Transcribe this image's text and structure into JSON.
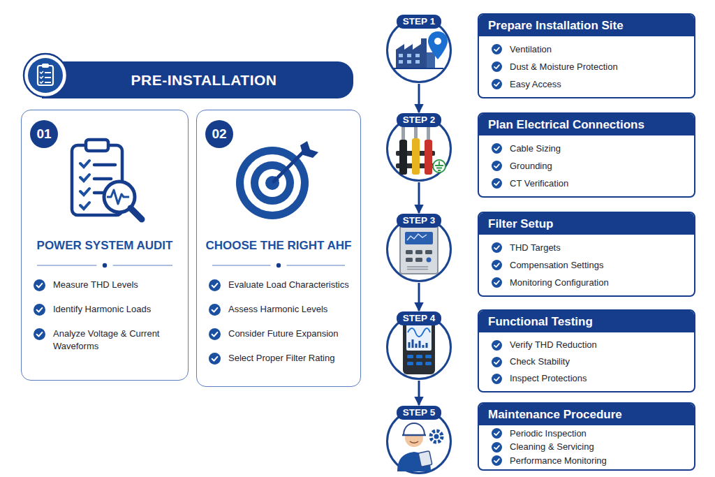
{
  "diagram": {
    "nodes": [
      {
        "text": [
          "PRE-INSTALLATION"
        ]
      },
      {
        "text": [
          "POWER SYSTEM AUDIT",
          "Measure THD Levels",
          "Identify Harmonic Loads",
          "Analyze Voltage & Current Waveforms"
        ]
      },
      {
        "text": [
          "01"
        ],
        "in": 1
      },
      {
        "text": [
          "CHOOSE THE RIGHT AHF",
          "Evaluate Load Characteristics",
          "Assess Harmonic Levels",
          "Consider Future Expansion",
          "Select Proper Filter Rating"
        ]
      },
      {
        "text": [
          "02"
        ],
        "in": 3
      },
      {
        "text": [
          "STEP 1"
        ]
      },
      {
        "text": [
          "Prepare Installation Site",
          "Ventilation",
          "Dust & Moisture Protection",
          "Easy Access"
        ]
      },
      {
        "text": [
          "STEP 2"
        ]
      },
      {
        "text": [
          "Plan Electrical Connections",
          "Cable Sizing",
          "Grounding",
          "CT Verification"
        ]
      },
      {
        "text": [
          "STEP 3"
        ]
      },
      {
        "text": [
          "Filter Setup",
          "THD Targets",
          "Compensation Settings",
          "Monitoring Configuration"
        ]
      },
      {
        "text": [
          "STEP 4"
        ]
      },
      {
        "text": [
          "Functional Testing",
          "Verify THD Reduction",
          "Check Stability",
          "Inspect Protections"
        ]
      },
      {
        "text": [
          "STEP 5"
        ]
      },
      {
        "text": [
          "Maintenance Procedure",
          "Periodic Inspection",
          "Cleaning & Servicing",
          "Performance Monitoring"
        ]
      }
    ],
    "edges": [
      {
        "from": 5,
        "to": 7,
        "arrow": "to"
      },
      {
        "from": 7,
        "to": 9,
        "arrow": "to"
      },
      {
        "from": 9,
        "to": 11,
        "arrow": "to"
      },
      {
        "from": 11,
        "to": 13,
        "arrow": "to"
      }
    ]
  }
}
